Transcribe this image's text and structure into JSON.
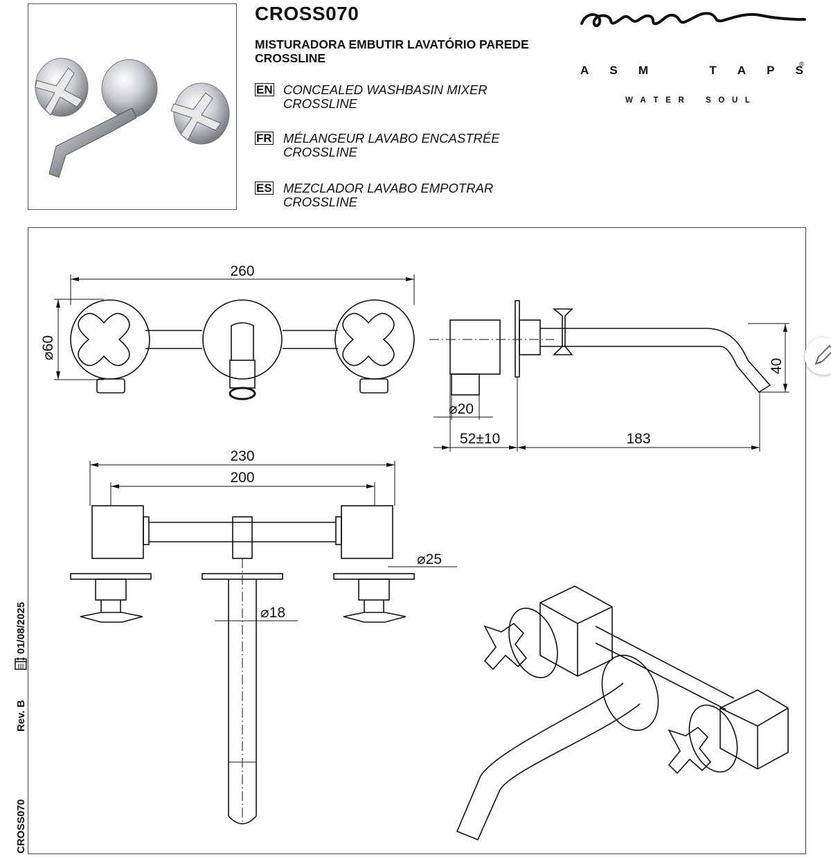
{
  "product": {
    "code": "CROSS070",
    "title_pt": "MISTURADORA EMBUTIR LAVATÓRIO PAREDE CROSSLINE",
    "translations": [
      {
        "lang": "EN",
        "text": "CONCEALED WASHBASIN MIXER CROSSLINE"
      },
      {
        "lang": "FR",
        "text": "MÉLANGEUR LAVABO ENCASTRÉE CROSSLINE"
      },
      {
        "lang": "ES",
        "text": "MEZCLADOR LAVABO EMPOTRAR CROSSLINE"
      }
    ]
  },
  "brand": {
    "name": "ASM TAPS",
    "letters": [
      "A",
      "S",
      "M",
      "T",
      "A",
      "P",
      "S"
    ],
    "registered": "®",
    "tagline_letters": [
      "W",
      "A",
      "T",
      "E",
      "R",
      "S",
      "O",
      "U",
      "L"
    ],
    "tagline": "WATER SOUL"
  },
  "dimensions": {
    "front_width": "260",
    "rosette_diameter": "60",
    "spout_height": "40",
    "pipe_diameter": "20",
    "wall_depth": "52",
    "wall_depth_tolerance": "±10",
    "spout_projection": "183",
    "body_outer": "230",
    "body_centers": "200",
    "valve_diameter": "25",
    "spout_diameter": "18"
  },
  "sidebar": {
    "code": "CROSS070",
    "revision": "Rev. B",
    "date": "01/08/2025"
  },
  "colors": {
    "line": "#111111",
    "background": "#ffffff"
  },
  "icons": [
    "calendar-icon",
    "pencil-icon"
  ]
}
